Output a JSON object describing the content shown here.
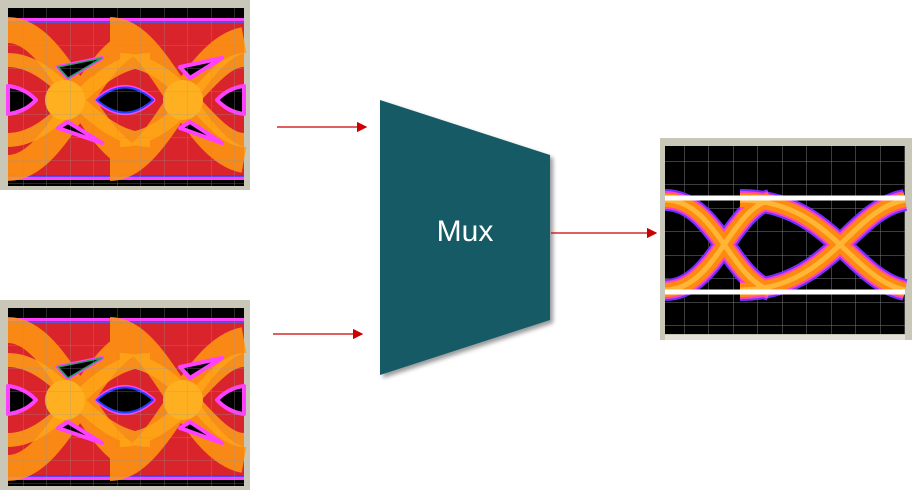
{
  "mux": {
    "label": "Mux"
  },
  "colors": {
    "mux_fill": "#185a66",
    "arrow": "#cc0000"
  },
  "inputs": [
    {
      "name": "input-eye-diagram-1"
    },
    {
      "name": "input-eye-diagram-2"
    }
  ],
  "output": {
    "name": "output-eye-diagram"
  }
}
